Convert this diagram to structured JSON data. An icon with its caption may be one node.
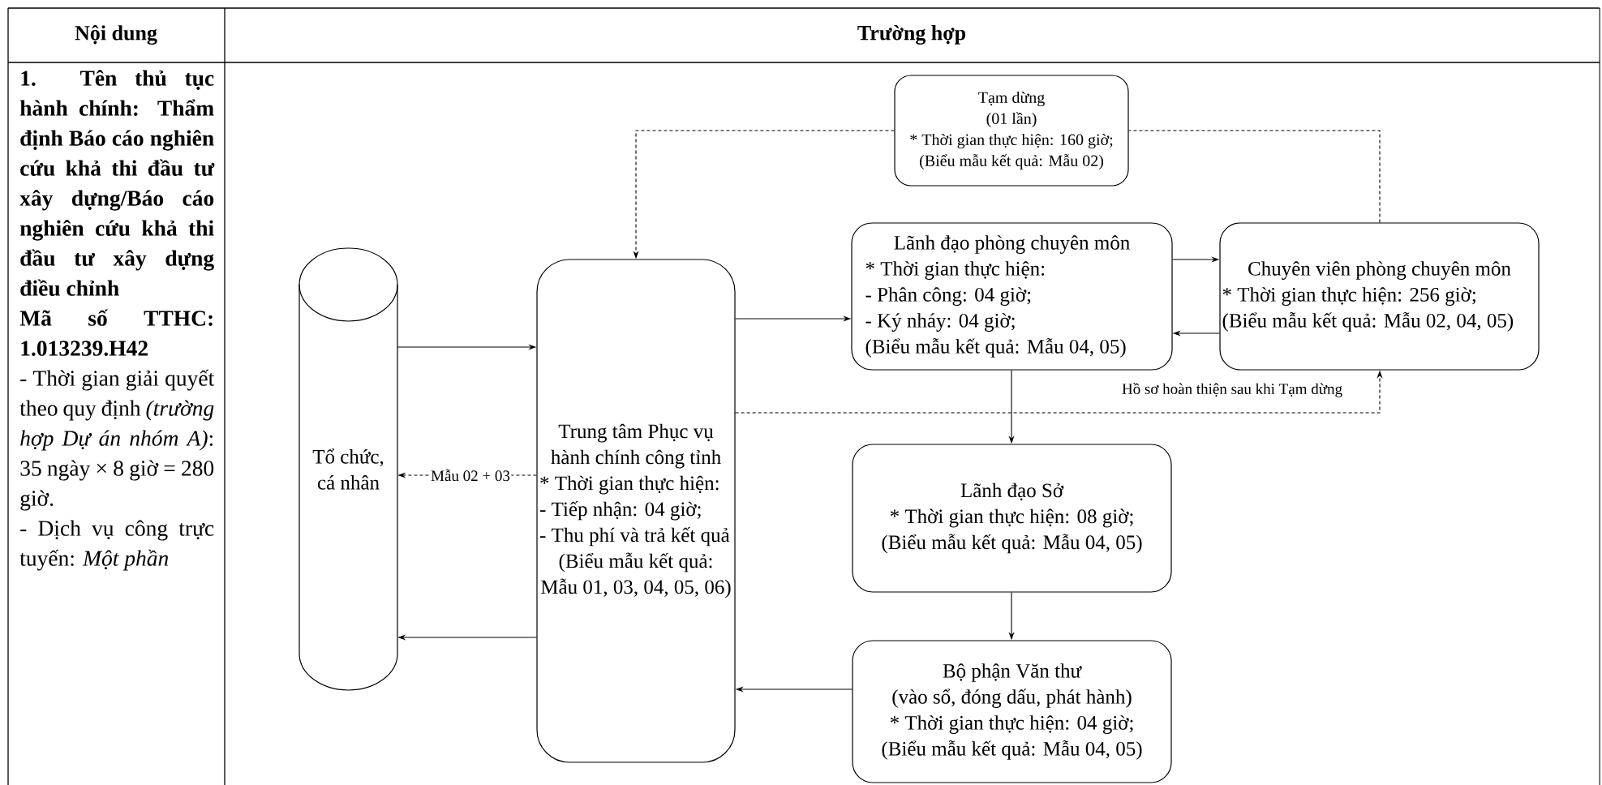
{
  "diagram": {
    "nodes": [
      {
        "text": [
          "Tổ chức, cá nhân"
        ]
      },
      {
        "text": [
          "Trung tâm Phục vụ hành chính công tỉnh",
          "* Thời gian thực hiện:",
          "- Tiếp nhận: 04 giờ;",
          "- Thu phí và trả kết quả",
          "(Biểu mẫu kết quả: Mẫu 01, 03, 04, 05, 06)"
        ]
      },
      {
        "text": [
          "Tạm dừng",
          "(01 lần)",
          "* Thời gian thực hiện: 160 giờ;",
          "(Biểu mẫu kết quả: Mẫu 02)"
        ]
      },
      {
        "text": [
          "Lãnh đạo phòng chuyên môn",
          "* Thời gian thực hiện:",
          "- Phân công: 04 giờ;",
          "- Ký nháy: 04 giờ;",
          "(Biểu mẫu kết quả: Mẫu 04, 05)"
        ]
      },
      {
        "text": [
          "Chuyên viên phòng chuyên môn",
          "* Thời gian thực hiện: 256 giờ;",
          "(Biểu mẫu kết quả: Mẫu 02, 04, 05)"
        ]
      },
      {
        "text": [
          "Lãnh đạo Sở",
          "* Thời gian thực hiện: 08 giờ;",
          "(Biểu mẫu kết quả: Mẫu 04, 05)"
        ]
      },
      {
        "text": [
          "Bộ phận Văn thư",
          "(vào sổ, đóng dấu, phát hành)",
          "* Thời gian thực hiện: 04 giờ;",
          "(Biểu mẫu kết quả: Mẫu 04, 05)"
        ]
      }
    ],
    "edges": [
      {
        "from": 0,
        "to": 1,
        "arrow": "to"
      },
      {
        "from": 1,
        "to": 0,
        "arrow": "to",
        "style": "dashed",
        "label": "Mẫu 02 + 03"
      },
      {
        "from": 1,
        "to": 0,
        "arrow": "to"
      },
      {
        "from": 1,
        "to": 3,
        "arrow": "to"
      },
      {
        "from": 3,
        "to": 4,
        "arrow": "to"
      },
      {
        "from": 4,
        "to": 3,
        "arrow": "to"
      },
      {
        "from": 3,
        "to": 5,
        "arrow": "to"
      },
      {
        "from": 5,
        "to": 6,
        "arrow": "to"
      },
      {
        "from": 6,
        "to": 1,
        "arrow": "to"
      },
      {
        "from": 4,
        "to": 2,
        "arrow": "none",
        "style": "dashed"
      },
      {
        "from": 2,
        "to": 1,
        "arrow": "to",
        "style": "dashed"
      },
      {
        "from": 1,
        "to": 4,
        "arrow": "to",
        "style": "dashed",
        "label": "Hồ sơ hoàn thiện sau khi Tạm dừng"
      }
    ],
    "labels": [
      "Nội dung",
      "Trường hợp",
      "1. Tên thủ tục hành chính: Thẩm định Báo cáo nghiên cứu khả thi đầu tư xây dựng/Báo cáo nghiên cứu khả thi đầu tư xây dựng điều chỉnh",
      "Mã số TTHC: 1.013239.H42",
      "- Thời gian giải quyết theo quy định *(trường hợp Dự án nhóm A)*: 35 ngày × 8 giờ = 280 giờ.",
      "- Dịch vụ công trực tuyến: *Một phần*"
    ]
  }
}
